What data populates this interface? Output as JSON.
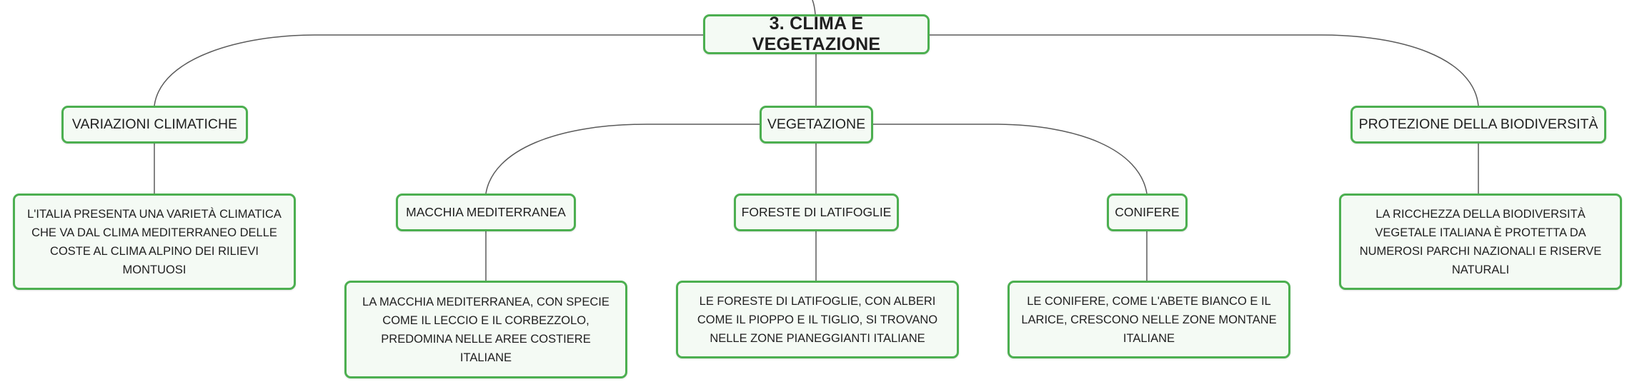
{
  "map": {
    "root": "3. CLIMA E VEGETAZIONE",
    "branches": {
      "variazioni": {
        "title": "VARIAZIONI CLIMATICHE",
        "note": "L'ITALIA PRESENTA UNA VARIETÀ CLIMATICA CHE VA DAL CLIMA MEDITERRANEO DELLE COSTE AL CLIMA ALPINO DEI RILIEVI MONTUOSI"
      },
      "vegetazione": {
        "title": "VEGETAZIONE",
        "children": {
          "macchia": {
            "title": "MACCHIA MEDITERRANEA",
            "note": "LA MACCHIA MEDITERRANEA, CON SPECIE COME IL LECCIO E IL CORBEZZOLO, PREDOMINA NELLE AREE COSTIERE ITALIANE"
          },
          "foreste": {
            "title": "FORESTE DI LATIFOGLIE",
            "note": "LE FORESTE DI LATIFOGLIE, CON ALBERI COME IL PIOPPO E IL TIGLIO, SI TROVANO NELLE ZONE PIANEGGIANTI ITALIANE"
          },
          "conifere": {
            "title": "CONIFERE",
            "note": "LE CONIFERE, COME L'ABETE BIANCO E IL LARICE, CRESCONO NELLE ZONE MONTANE ITALIANE"
          }
        }
      },
      "protezione": {
        "title": "PROTEZIONE DELLA BIODIVERSITÀ",
        "note": "LA RICCHEZZA DELLA BIODIVERSITÀ VEGETALE ITALIANA È PROTETTA DA NUMEROSI PARCHI NAZIONALI E RISERVE NATURALI"
      }
    }
  },
  "colors": {
    "node_border": "#4caf50",
    "node_fill": "#f4faf4",
    "connector": "#5a5a5a"
  }
}
